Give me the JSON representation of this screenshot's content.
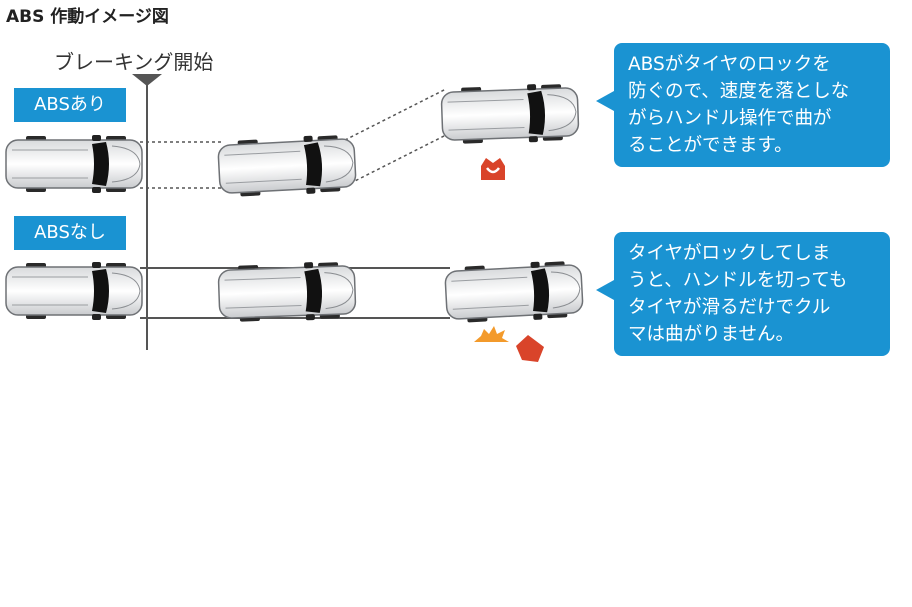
{
  "title": "ABS 作動イメージ図",
  "braking_label": "ブレーキング開始",
  "scenarios": [
    {
      "label": "ABSあり",
      "description_lines": [
        "ABSがタイヤのロックを",
        "防ぐので、速度を落としな",
        "がらハンドル操作で曲が",
        "ることができます。"
      ]
    },
    {
      "label": "ABSなし",
      "description_lines": [
        "タイヤがロックしてしま",
        "うと、ハンドルを切っても",
        "タイヤが滑るだけでクル",
        "マは曲がりません。"
      ]
    }
  ],
  "icons": [
    "car-top-view-icon",
    "obstacle-cone-icon",
    "collision-burst-icon",
    "crashed-obstacle-icon",
    "braking-marker-triangle-icon"
  ],
  "colors": {
    "accent": "#1a93d2",
    "obstacle": "#d9442a",
    "burst": "#f39a2b"
  }
}
